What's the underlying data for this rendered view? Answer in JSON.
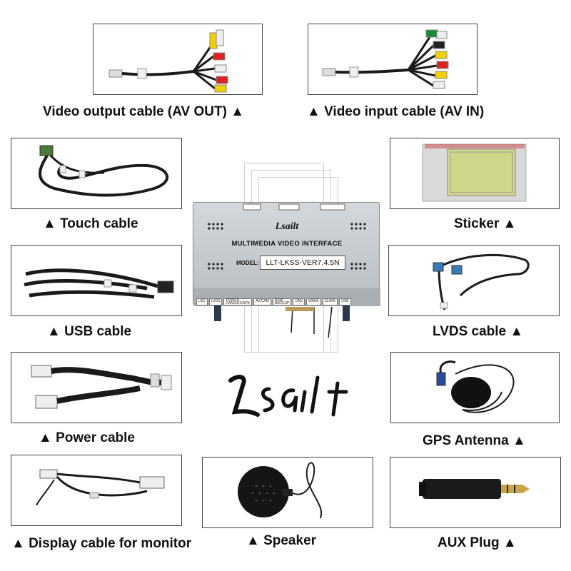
{
  "captions": {
    "av_out": "Video output cable (AV OUT) ▲",
    "av_in": "▲ Video input cable (AV IN)",
    "touch": "▲ Touch cable",
    "sticker": "Sticker  ▲",
    "usb": "▲ USB cable",
    "lvds": "LVDS cable ▲",
    "power": "▲ Power cable",
    "gps": "GPS Antenna ▲",
    "display": "▲ Display cable for monitor",
    "speaker": "▲ Speaker",
    "aux": "AUX Plug ▲"
  },
  "device": {
    "title": "MULTIMEDIA  VIDEO INTERFACE",
    "model_label": "MODEL:",
    "model_value": "LLT-LKSS-VER7.4.5N",
    "brand": "Lsailt",
    "port_labels": [
      "LED",
      "LVDS",
      "POWER\nCAN/AUX/SPK",
      "AV/CAM",
      "RGB/\nBACKUP",
      "CAN",
      "WAKE",
      "SLAVE",
      "USB"
    ]
  },
  "logo": {
    "text": "Lsailt"
  },
  "colors": {
    "frame": "#444444",
    "device_body": "#bfc4c9",
    "cable": "#1a1a1a"
  }
}
